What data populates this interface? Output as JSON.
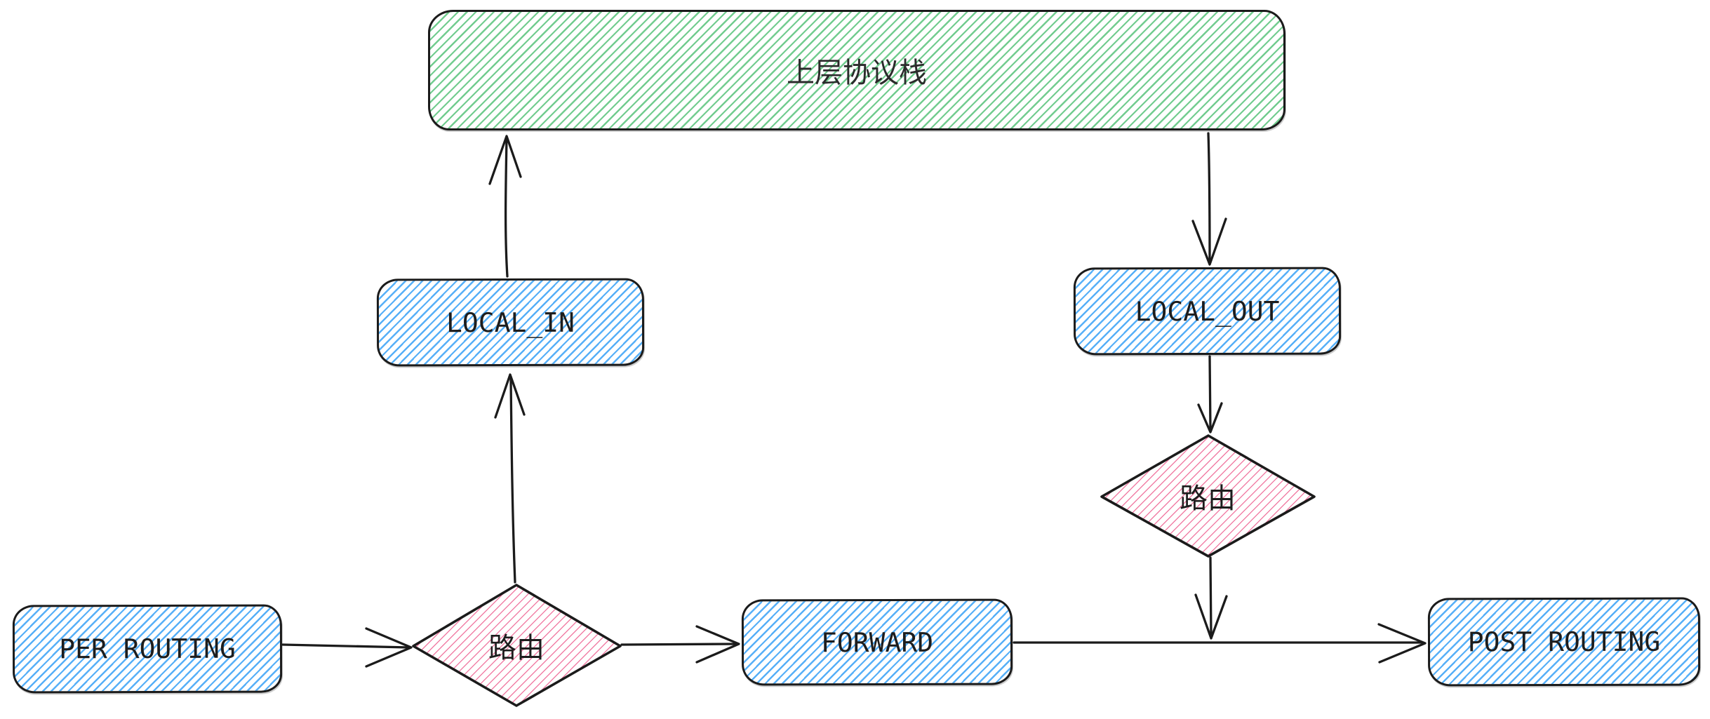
{
  "diagram": {
    "type": "flowchart",
    "nodes": {
      "protocol_stack": {
        "label": "上层协议栈",
        "shape": "rounded-rect",
        "fill": "green"
      },
      "local_in": {
        "label": "LOCAL_IN",
        "shape": "rounded-rect",
        "fill": "blue"
      },
      "local_out": {
        "label": "LOCAL_OUT",
        "shape": "rounded-rect",
        "fill": "blue"
      },
      "route_out": {
        "label": "路由",
        "shape": "diamond",
        "fill": "pink"
      },
      "route_in": {
        "label": "路由",
        "shape": "diamond",
        "fill": "pink"
      },
      "per_routing": {
        "label": "PER ROUTING",
        "shape": "rounded-rect",
        "fill": "blue"
      },
      "forward": {
        "label": "FORWARD",
        "shape": "rounded-rect",
        "fill": "blue"
      },
      "post_routing": {
        "label": "POST ROUTING",
        "shape": "rounded-rect",
        "fill": "blue"
      }
    },
    "edges": [
      {
        "from": "local_in",
        "to": "protocol_stack"
      },
      {
        "from": "protocol_stack",
        "to": "local_out"
      },
      {
        "from": "local_out",
        "to": "route_out"
      },
      {
        "from": "route_out",
        "to": "post_routing"
      },
      {
        "from": "per_routing",
        "to": "route_in"
      },
      {
        "from": "route_in",
        "to": "local_in"
      },
      {
        "from": "route_in",
        "to": "forward"
      },
      {
        "from": "forward",
        "to": "post_routing"
      }
    ],
    "colors": {
      "green_hatch": "#62c783",
      "blue_hatch": "#4dabf7",
      "pink_hatch": "#ee6392",
      "stroke": "#1b1b1b",
      "background": "#ffffff"
    }
  }
}
